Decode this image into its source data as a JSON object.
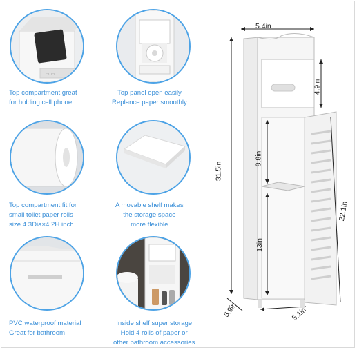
{
  "panels": [
    {
      "caption": [
        "Top compartment great",
        "for holding cell phone"
      ]
    },
    {
      "caption": [
        "Top panel open easily",
        "Replance paper smoothly"
      ]
    },
    {
      "caption": [
        "Top compartment fit for",
        "small toilet paper rolls",
        "size 4.3Dia×4.2H inch"
      ]
    },
    {
      "caption": [
        "A movable shelf makes",
        "the storage space",
        "more flexible"
      ]
    },
    {
      "caption": [
        "PVC waterproof material",
        "Great for bathroom"
      ]
    },
    {
      "caption": [
        "Inside shelf super storage",
        "Hold 4 rolls of paper or",
        "other bathroom accessories"
      ]
    }
  ],
  "dimensions": {
    "top_width": "5.4in",
    "top_box_height": "4.9in",
    "total_height": "31.5in",
    "upper_shelf_height": "8.8in",
    "lower_shelf_height": "13in",
    "door_height": "22.1in",
    "depth": "5.9in",
    "width": "5.1in"
  },
  "colors": {
    "accent": "#3a8fd8",
    "circle_border": "#4da3e6",
    "cabinet": "#f4f4f4"
  }
}
